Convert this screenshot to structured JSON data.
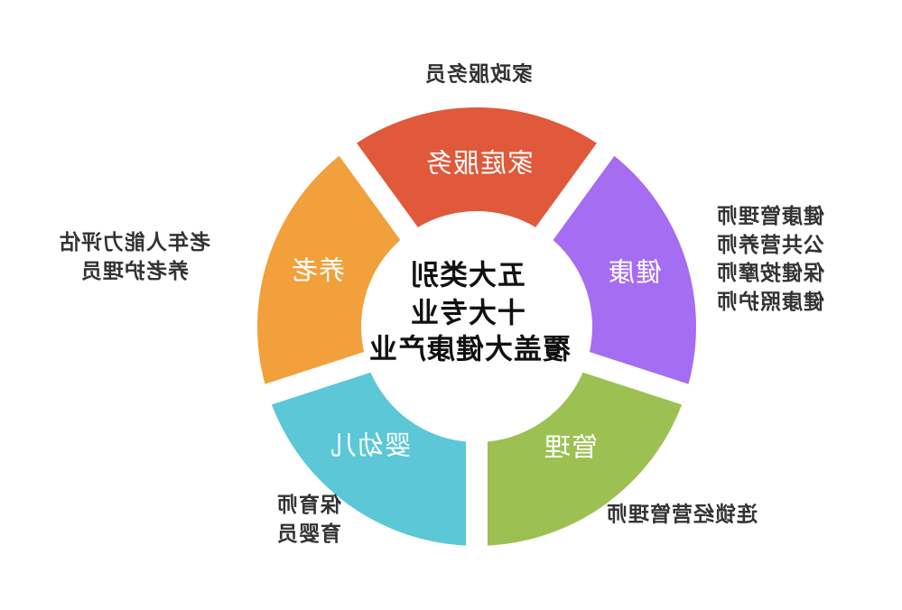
{
  "center": {
    "line1": "五大类别",
    "line2": "十大专业",
    "line3": "覆盖大健康产业"
  },
  "segments": [
    {
      "label": "家庭服务",
      "color": "#E0593B",
      "roles": [
        "家政服务员"
      ]
    },
    {
      "label": "健康",
      "color": "#A56DF1",
      "roles": [
        "健康管理师",
        "公共营养师",
        "保健按摩师",
        "健康照护师"
      ]
    },
    {
      "label": "管理",
      "color": "#9CC152",
      "roles": [
        "连锁经营管理师"
      ]
    },
    {
      "label": "婴幼儿",
      "color": "#5BC7D7",
      "roles": [
        "保育师",
        "育婴员"
      ]
    },
    {
      "label": "养老",
      "color": "#F2A03C",
      "roles": [
        "老年人能力评估",
        "养老护理员"
      ]
    }
  ]
}
